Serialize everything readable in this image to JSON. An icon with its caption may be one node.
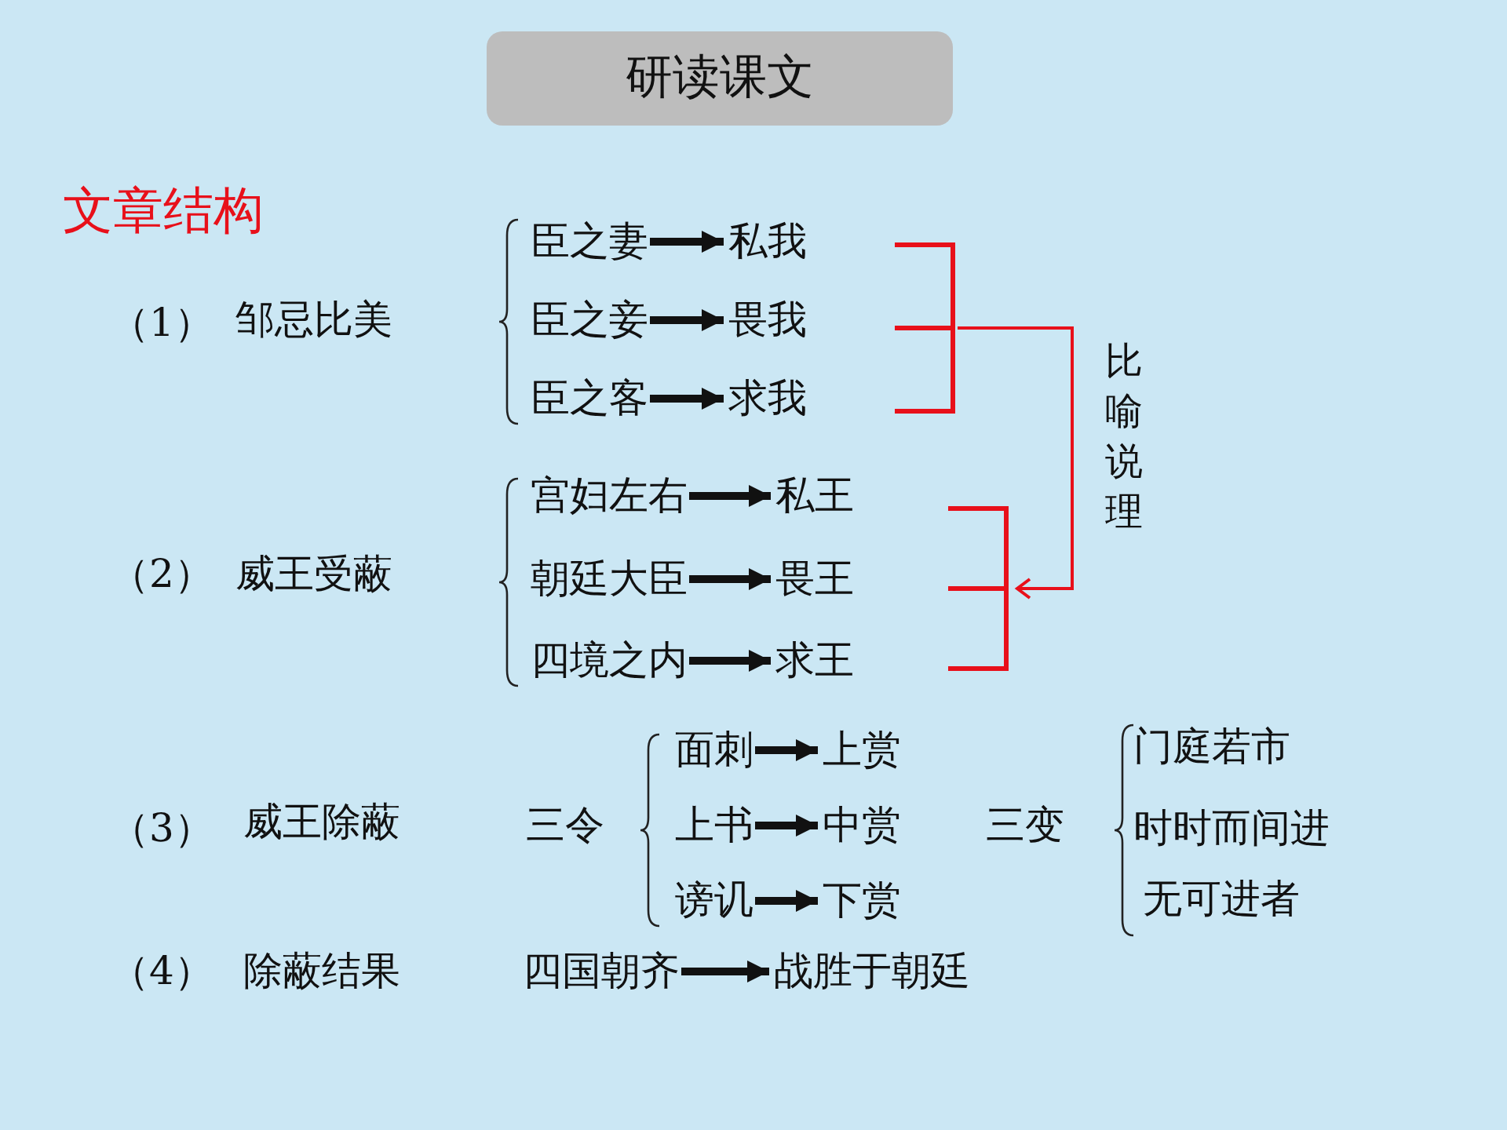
{
  "diagram": {
    "nodes": [
      {
        "text": [
          "研读课文"
        ]
      },
      {
        "text": [
          "邹忌比美"
        ]
      },
      {
        "text": [
          "臣之妻"
        ]
      },
      {
        "text": [
          "私我"
        ]
      },
      {
        "text": [
          "臣之妾"
        ]
      },
      {
        "text": [
          "畏我"
        ]
      },
      {
        "text": [
          "臣之客"
        ]
      },
      {
        "text": [
          "求我"
        ]
      },
      {
        "text": [],
        "shape": "bracket"
      },
      {
        "text": [
          "威王受蔽"
        ]
      },
      {
        "text": [
          "宫妇左右"
        ]
      },
      {
        "text": [
          "私王"
        ]
      },
      {
        "text": [
          "朝廷大臣"
        ]
      },
      {
        "text": [
          "畏王"
        ]
      },
      {
        "text": [
          "四境之内"
        ]
      },
      {
        "text": [
          "求王"
        ]
      },
      {
        "text": [],
        "shape": "bracket"
      },
      {
        "text": [
          "威王除蔽"
        ]
      },
      {
        "text": [
          "三令"
        ]
      },
      {
        "text": [
          "面刺"
        ]
      },
      {
        "text": [
          "上赏"
        ]
      },
      {
        "text": [
          "上书"
        ]
      },
      {
        "text": [
          "中赏"
        ]
      },
      {
        "text": [
          "谤讥"
        ]
      },
      {
        "text": [
          "下赏"
        ]
      },
      {
        "text": [
          "三变"
        ]
      },
      {
        "text": [
          "门庭若市"
        ]
      },
      {
        "text": [
          "时时而间进"
        ]
      },
      {
        "text": [
          "无可进者"
        ]
      },
      {
        "text": [
          "除蔽结果"
        ]
      },
      {
        "text": [
          "四国朝齐"
        ]
      },
      {
        "text": [
          "战胜于朝廷"
        ]
      }
    ],
    "edges": [
      {
        "from": 2,
        "to": 3,
        "arrow": "to"
      },
      {
        "from": 4,
        "to": 5,
        "arrow": "to"
      },
      {
        "from": 6,
        "to": 7,
        "arrow": "to"
      },
      {
        "from": 8,
        "to": 16,
        "arrow": "to",
        "label": "比喻说理",
        "color": "#e8101a"
      },
      {
        "from": 10,
        "to": 11,
        "arrow": "to"
      },
      {
        "from": 12,
        "to": 13,
        "arrow": "to"
      },
      {
        "from": 14,
        "to": 15,
        "arrow": "to"
      },
      {
        "from": 19,
        "to": 20,
        "arrow": "to"
      },
      {
        "from": 21,
        "to": 22,
        "arrow": "to"
      },
      {
        "from": 23,
        "to": 24,
        "arrow": "to"
      },
      {
        "from": 30,
        "to": 31,
        "arrow": "to"
      }
    ],
    "labels": [
      "文章结构",
      "（1）",
      "（2）",
      "（3）",
      "（4）"
    ]
  }
}
